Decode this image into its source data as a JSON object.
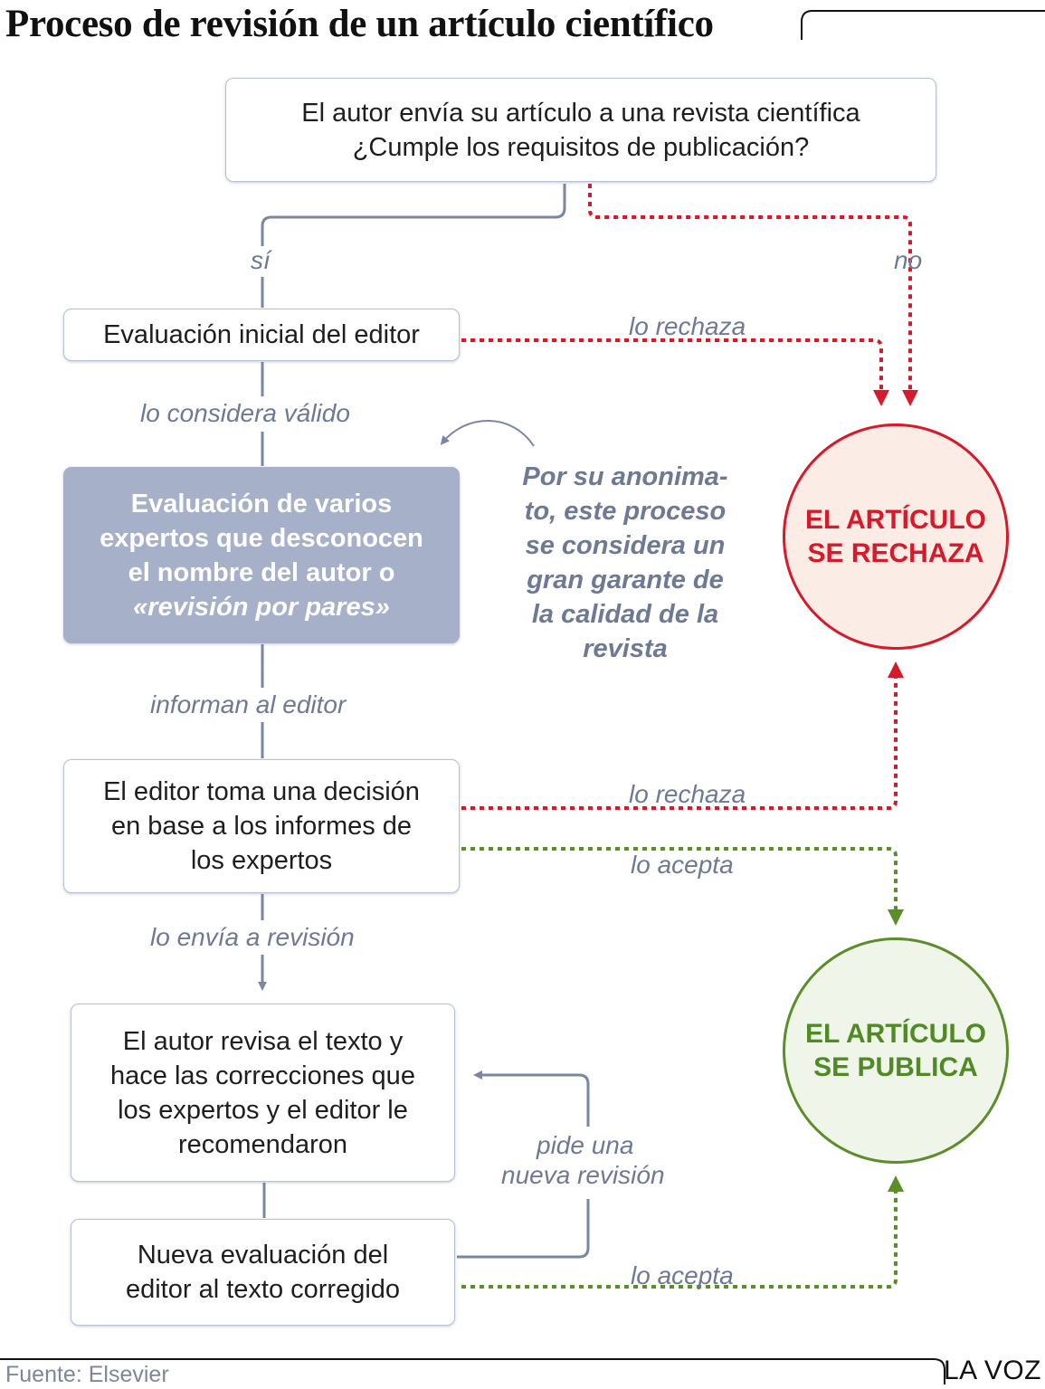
{
  "title": "Proceso de revisión de un artículo científico",
  "nodes": {
    "submit": [
      "El autor envía su artículo a una revista científica",
      "¿Cumple los requisitos de publicación?"
    ],
    "initial": [
      "Evaluación inicial del editor"
    ],
    "peer": [
      "Evaluación de varios",
      "expertos que desconocen",
      "el nombre del autor o",
      "«revisión por pares»"
    ],
    "decision": [
      "El editor toma una decisión",
      "en base a los informes de",
      "los expertos"
    ],
    "revise": [
      "El autor revisa el texto y",
      "hace las correcciones que",
      "los expertos y el editor le",
      "recomendaron"
    ],
    "reeval": [
      "Nueva evaluación del",
      "editor al texto corregido"
    ]
  },
  "outcomes": {
    "rejected": [
      "EL ARTÍCULO",
      "SE RECHAZA"
    ],
    "published": [
      "EL ARTÍCULO",
      "SE PUBLICA"
    ]
  },
  "edge_labels": {
    "yes": "sí",
    "no": "no",
    "reject_initial": "lo rechaza",
    "valid": "lo considera válido",
    "inform": "informan al editor",
    "reject_decision": "lo rechaza",
    "accept_decision": "lo acepta",
    "send_revision": "lo envía a revisión",
    "request_revision": [
      "pide una",
      "nueva revisión"
    ],
    "accept_final": "lo acepta"
  },
  "note": [
    "Por su anonima-",
    "to, este proceso",
    "se considera un",
    "gran garante de",
    "la calidad de la",
    "revista"
  ],
  "footer": {
    "source": "Fuente: Elsevier",
    "brand": "LA VOZ"
  },
  "colors": {
    "reject": "#d7192a",
    "accept": "#5b8e2a",
    "neutral": "#7a86a3",
    "peer_box": "#a6b0c9"
  }
}
